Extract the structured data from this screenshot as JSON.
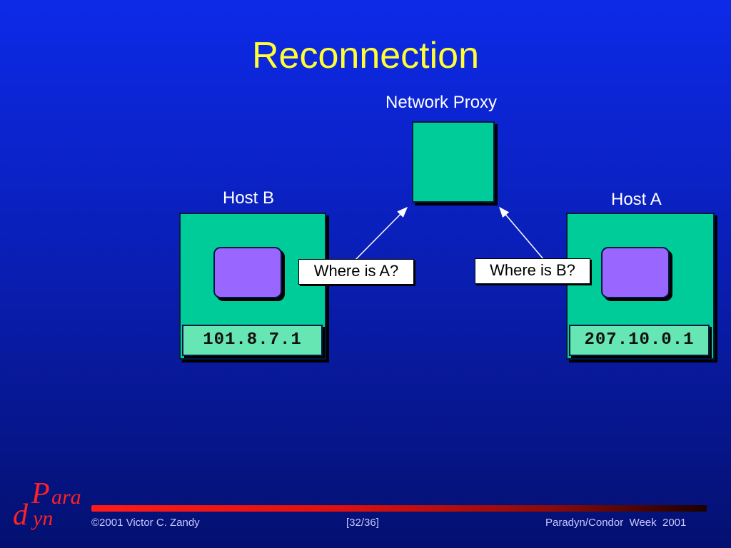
{
  "slide": {
    "title": "Reconnection"
  },
  "diagram": {
    "proxy_label": "Network Proxy",
    "host_b_label": "Host B",
    "host_a_label": "Host A",
    "host_b_ip": "101.8.7.1",
    "host_a_ip": "207.10.0.1",
    "callout_left": "Where is A?",
    "callout_right": "Where is B?"
  },
  "footer": {
    "copyright": "©2001 Victor C. Zandy",
    "page": "[32/36]",
    "event": "Paradyn/Condor  Week  2001"
  },
  "logo": {
    "p": "P",
    "ara": "ara",
    "d": "d",
    "yn": "yn"
  },
  "colors": {
    "background_top": "#0d2ae8",
    "background_bottom": "#041070",
    "title": "#ffff33",
    "host_box": "#00cc99",
    "process": "#9966ff",
    "ip_box": "#66e6b3",
    "footer_line": "#ff1a1a",
    "logo": "#ff2222"
  }
}
